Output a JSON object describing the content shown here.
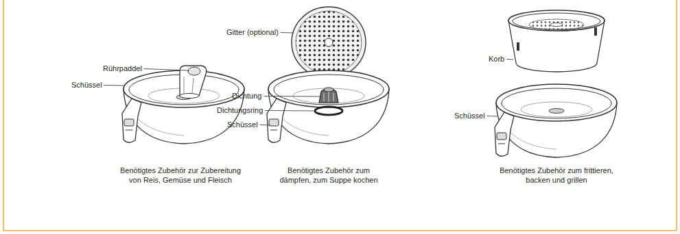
{
  "diagram": {
    "labels": [
      "Gitter (optional)",
      "Korb",
      "Rührpaddel",
      "Schüssel",
      "Dichtung",
      "Dichtungsring",
      "Schüssel",
      "Schüssel",
      "Benötigtes Zubehör zur Zubereitung von Reis, Gemüse und Fleisch",
      "Benötigtes Zubehör zum dämpfen, zum Suppe kochen",
      "Benötigtes Zubehör zum frittieren, backen und grillen"
    ]
  }
}
